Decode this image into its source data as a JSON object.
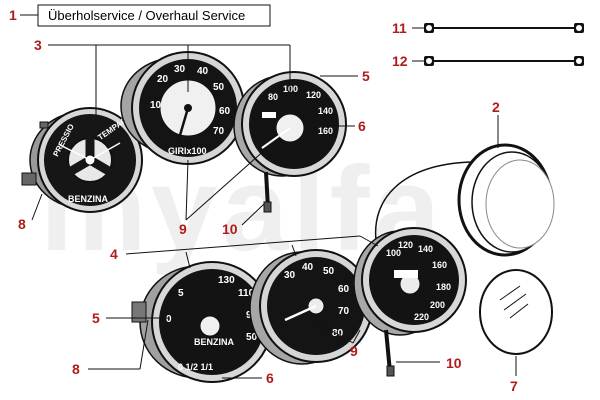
{
  "header": {
    "number": "1",
    "title": "Überholservice / Overhaul Service"
  },
  "watermark": {
    "text": "myalfa"
  },
  "colors": {
    "callout": "#b01c1c",
    "ink": "#111111",
    "paper": "#ffffff"
  },
  "callouts": [
    {
      "id": "c3",
      "text": "3"
    },
    {
      "id": "c5a",
      "text": "5"
    },
    {
      "id": "c6a",
      "text": "6"
    },
    {
      "id": "c8a",
      "text": "8"
    },
    {
      "id": "c9a",
      "text": "9"
    },
    {
      "id": "c10a",
      "text": "10"
    },
    {
      "id": "c11",
      "text": "11"
    },
    {
      "id": "c12",
      "text": "12"
    },
    {
      "id": "c2",
      "text": "2"
    },
    {
      "id": "c4",
      "text": "4"
    },
    {
      "id": "c5b",
      "text": "5"
    },
    {
      "id": "c8b",
      "text": "8"
    },
    {
      "id": "c6b",
      "text": "6"
    },
    {
      "id": "c9b",
      "text": "9"
    },
    {
      "id": "c10b",
      "text": "10"
    },
    {
      "id": "c7",
      "text": "7"
    }
  ],
  "dial_text": {
    "gauge1_top": "TEMPACQUA",
    "gauge1_left": "PRESSIO",
    "gauge1_bottom": "BENZINA",
    "gauge2_bottom": "GIRIx100",
    "gauge5_center": "BENZINA",
    "gauge5_bottom": "0  1/2  1/1"
  }
}
